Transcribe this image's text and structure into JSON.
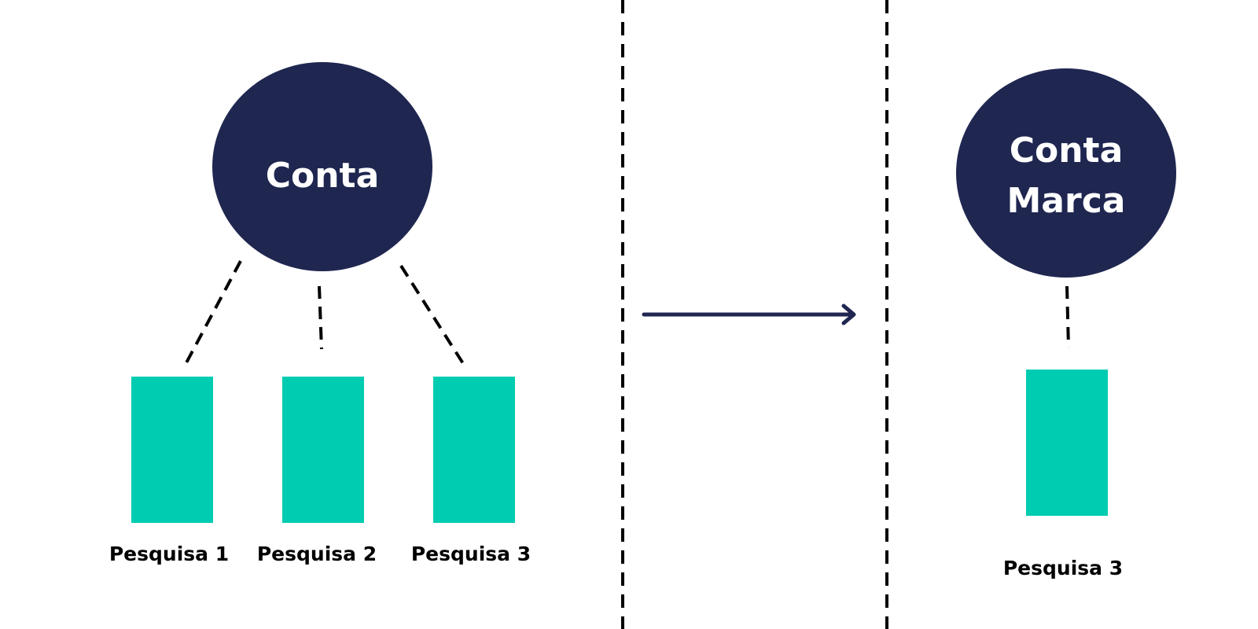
{
  "colors": {
    "background": "#ffffff",
    "node": "#1f2650",
    "card": "#00ccb1",
    "connector": "#000000",
    "arrow": "#1f2650",
    "label": "#000000",
    "node_text": "#ffffff"
  },
  "left": {
    "node_label": "Conta",
    "cards": [
      {
        "label": "Pesquisa 1"
      },
      {
        "label": "Pesquisa 2"
      },
      {
        "label": "Pesquisa 3"
      }
    ]
  },
  "right": {
    "node_label_lines": [
      "Conta",
      "Marca"
    ],
    "cards": [
      {
        "label": "Pesquisa 3"
      }
    ]
  },
  "arrow_icon": "right-arrow-icon"
}
